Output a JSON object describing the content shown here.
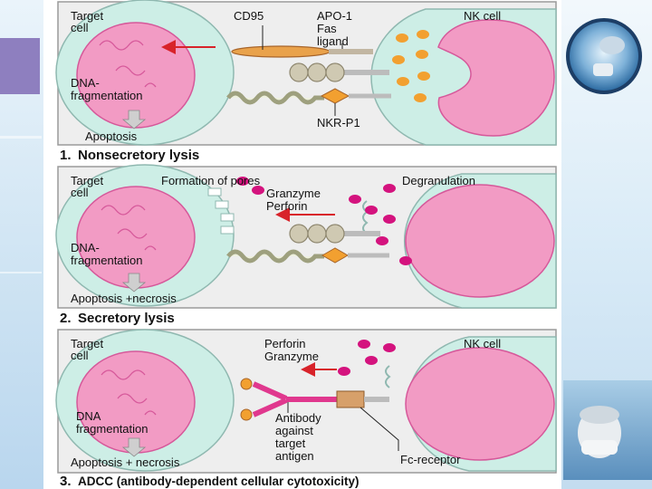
{
  "panel1": {
    "target_cell": "Target cell",
    "cd95": "CD95",
    "apo1": "APO-1",
    "fas": "Fas",
    "ligand": "ligand",
    "nk_cell": "NK cell",
    "dna": "DNA-",
    "fragmentation": "fragmentation",
    "nkr": "NKR-P1",
    "apoptosis": "Apoptosis",
    "title_num": "1.",
    "title": "Nonsecretory lysis"
  },
  "panel2": {
    "target_cell": "Target cell",
    "pores": "Formation of pores",
    "granzyme": "Granzyme",
    "perforin": "Perforin",
    "degranulation": "Degranulation",
    "dna": "DNA-",
    "fragmentation": "fragmentation",
    "result": "Apoptosis +necrosis",
    "title_num": "2.",
    "title": "Secretory lysis"
  },
  "panel3": {
    "target_cell": "Target cell",
    "perforin": "Perforin",
    "granzyme": "Granzyme",
    "nk_cell": "NK cell",
    "dna": "DNA",
    "fragmentation": "fragmentation",
    "antibody1": "Antibody",
    "antibody2": "against",
    "antibody3": "target",
    "antibody4": "antigen",
    "fc": "Fc-receptor",
    "result": "Apoptosis + necrosis",
    "title_num": "3.",
    "title": "ADCC (antibody-dependent cellular cytotoxicity)"
  },
  "colors": {
    "cell_outer": "#cdeee6",
    "cell_outline": "#8fb8b0",
    "nucleus": "#f29bc4",
    "nucleus_outline": "#d6589a",
    "granule_orange": "#f2a030",
    "granule_magenta": "#d4137e",
    "arrow_red": "#d8232a",
    "antibody": "#e0388e",
    "panel_bg": "#eeeeee"
  }
}
